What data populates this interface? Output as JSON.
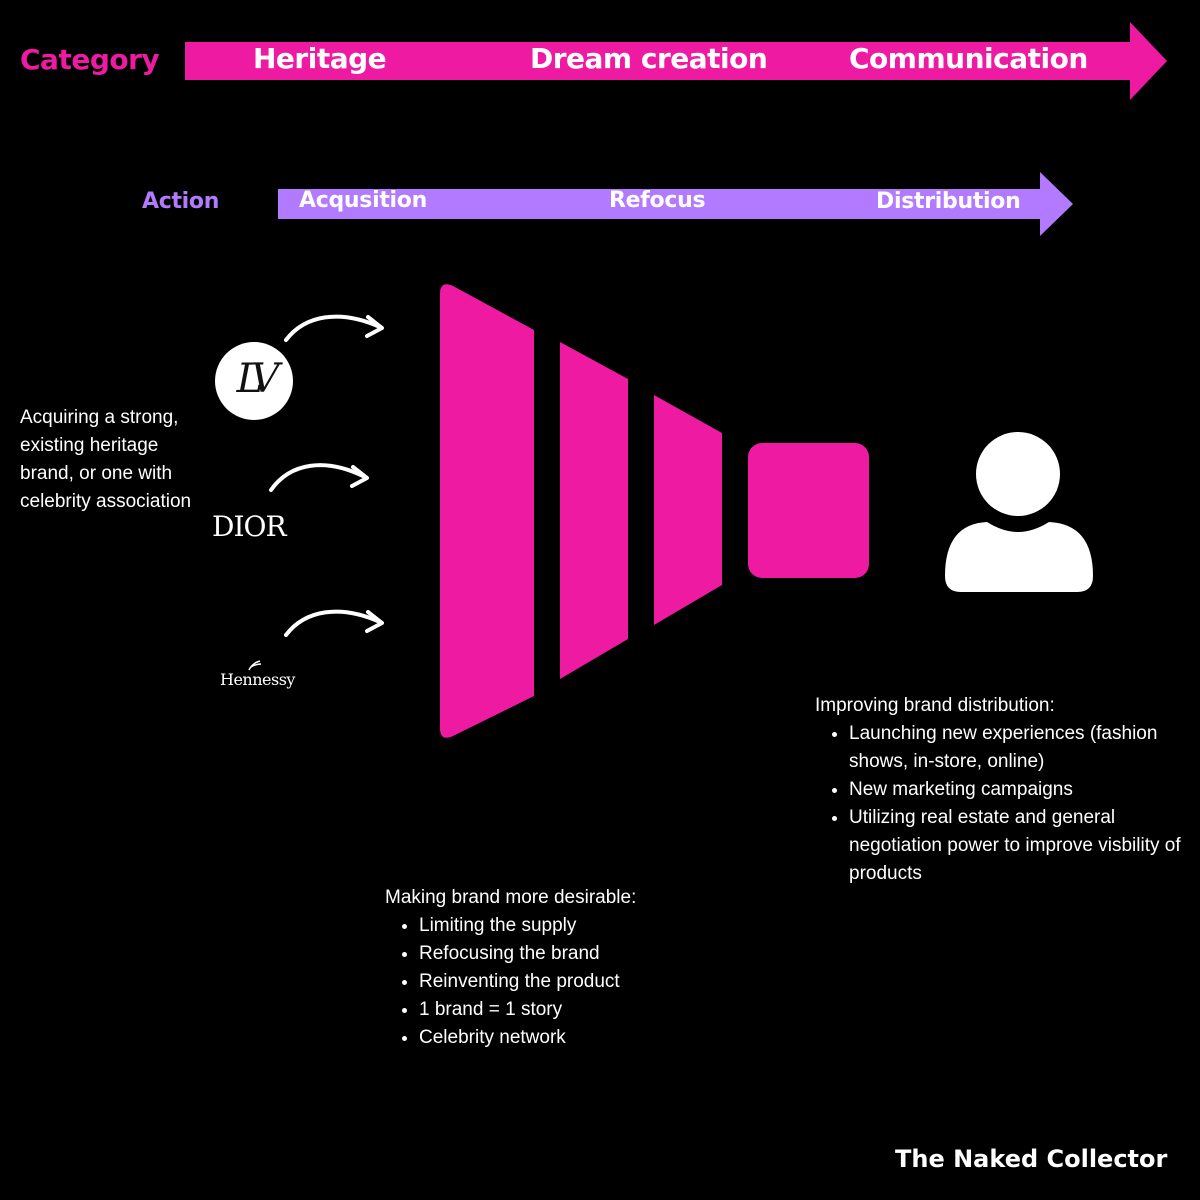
{
  "category": {
    "label": "Category",
    "stages": [
      "Heritage",
      "Dream creation",
      "Communication"
    ]
  },
  "action": {
    "label": "Action",
    "stages": [
      "Acqusition",
      "Refocus",
      "Distribution"
    ]
  },
  "acquisition_text": "Acquiring a strong, existing heritage brand, or one with celebrity association",
  "brands": {
    "lv": "LV",
    "dior": "DIOR",
    "hennessy": "Hennessy"
  },
  "desirable": {
    "heading": "Making brand more desirable:",
    "items": [
      "Limiting the supply",
      "Refocusing the brand",
      "Reinventing the product",
      "1 brand = 1 story",
      "Celebrity network"
    ]
  },
  "distribution": {
    "heading": "Improving brand distribution:",
    "items": [
      "Launching new experiences (fashion shows, in-store, online)",
      "New marketing campaigns",
      "Utilizing real estate and general negotiation power to improve visbility of products"
    ]
  },
  "footer": "The Naked Collector",
  "colors": {
    "magenta": "#EE1AA2",
    "purple": "#B27BFF",
    "background": "#000000",
    "white": "#FFFFFF"
  },
  "icons": [
    "curved-arrow-icon",
    "person-icon",
    "funnel-icon"
  ]
}
